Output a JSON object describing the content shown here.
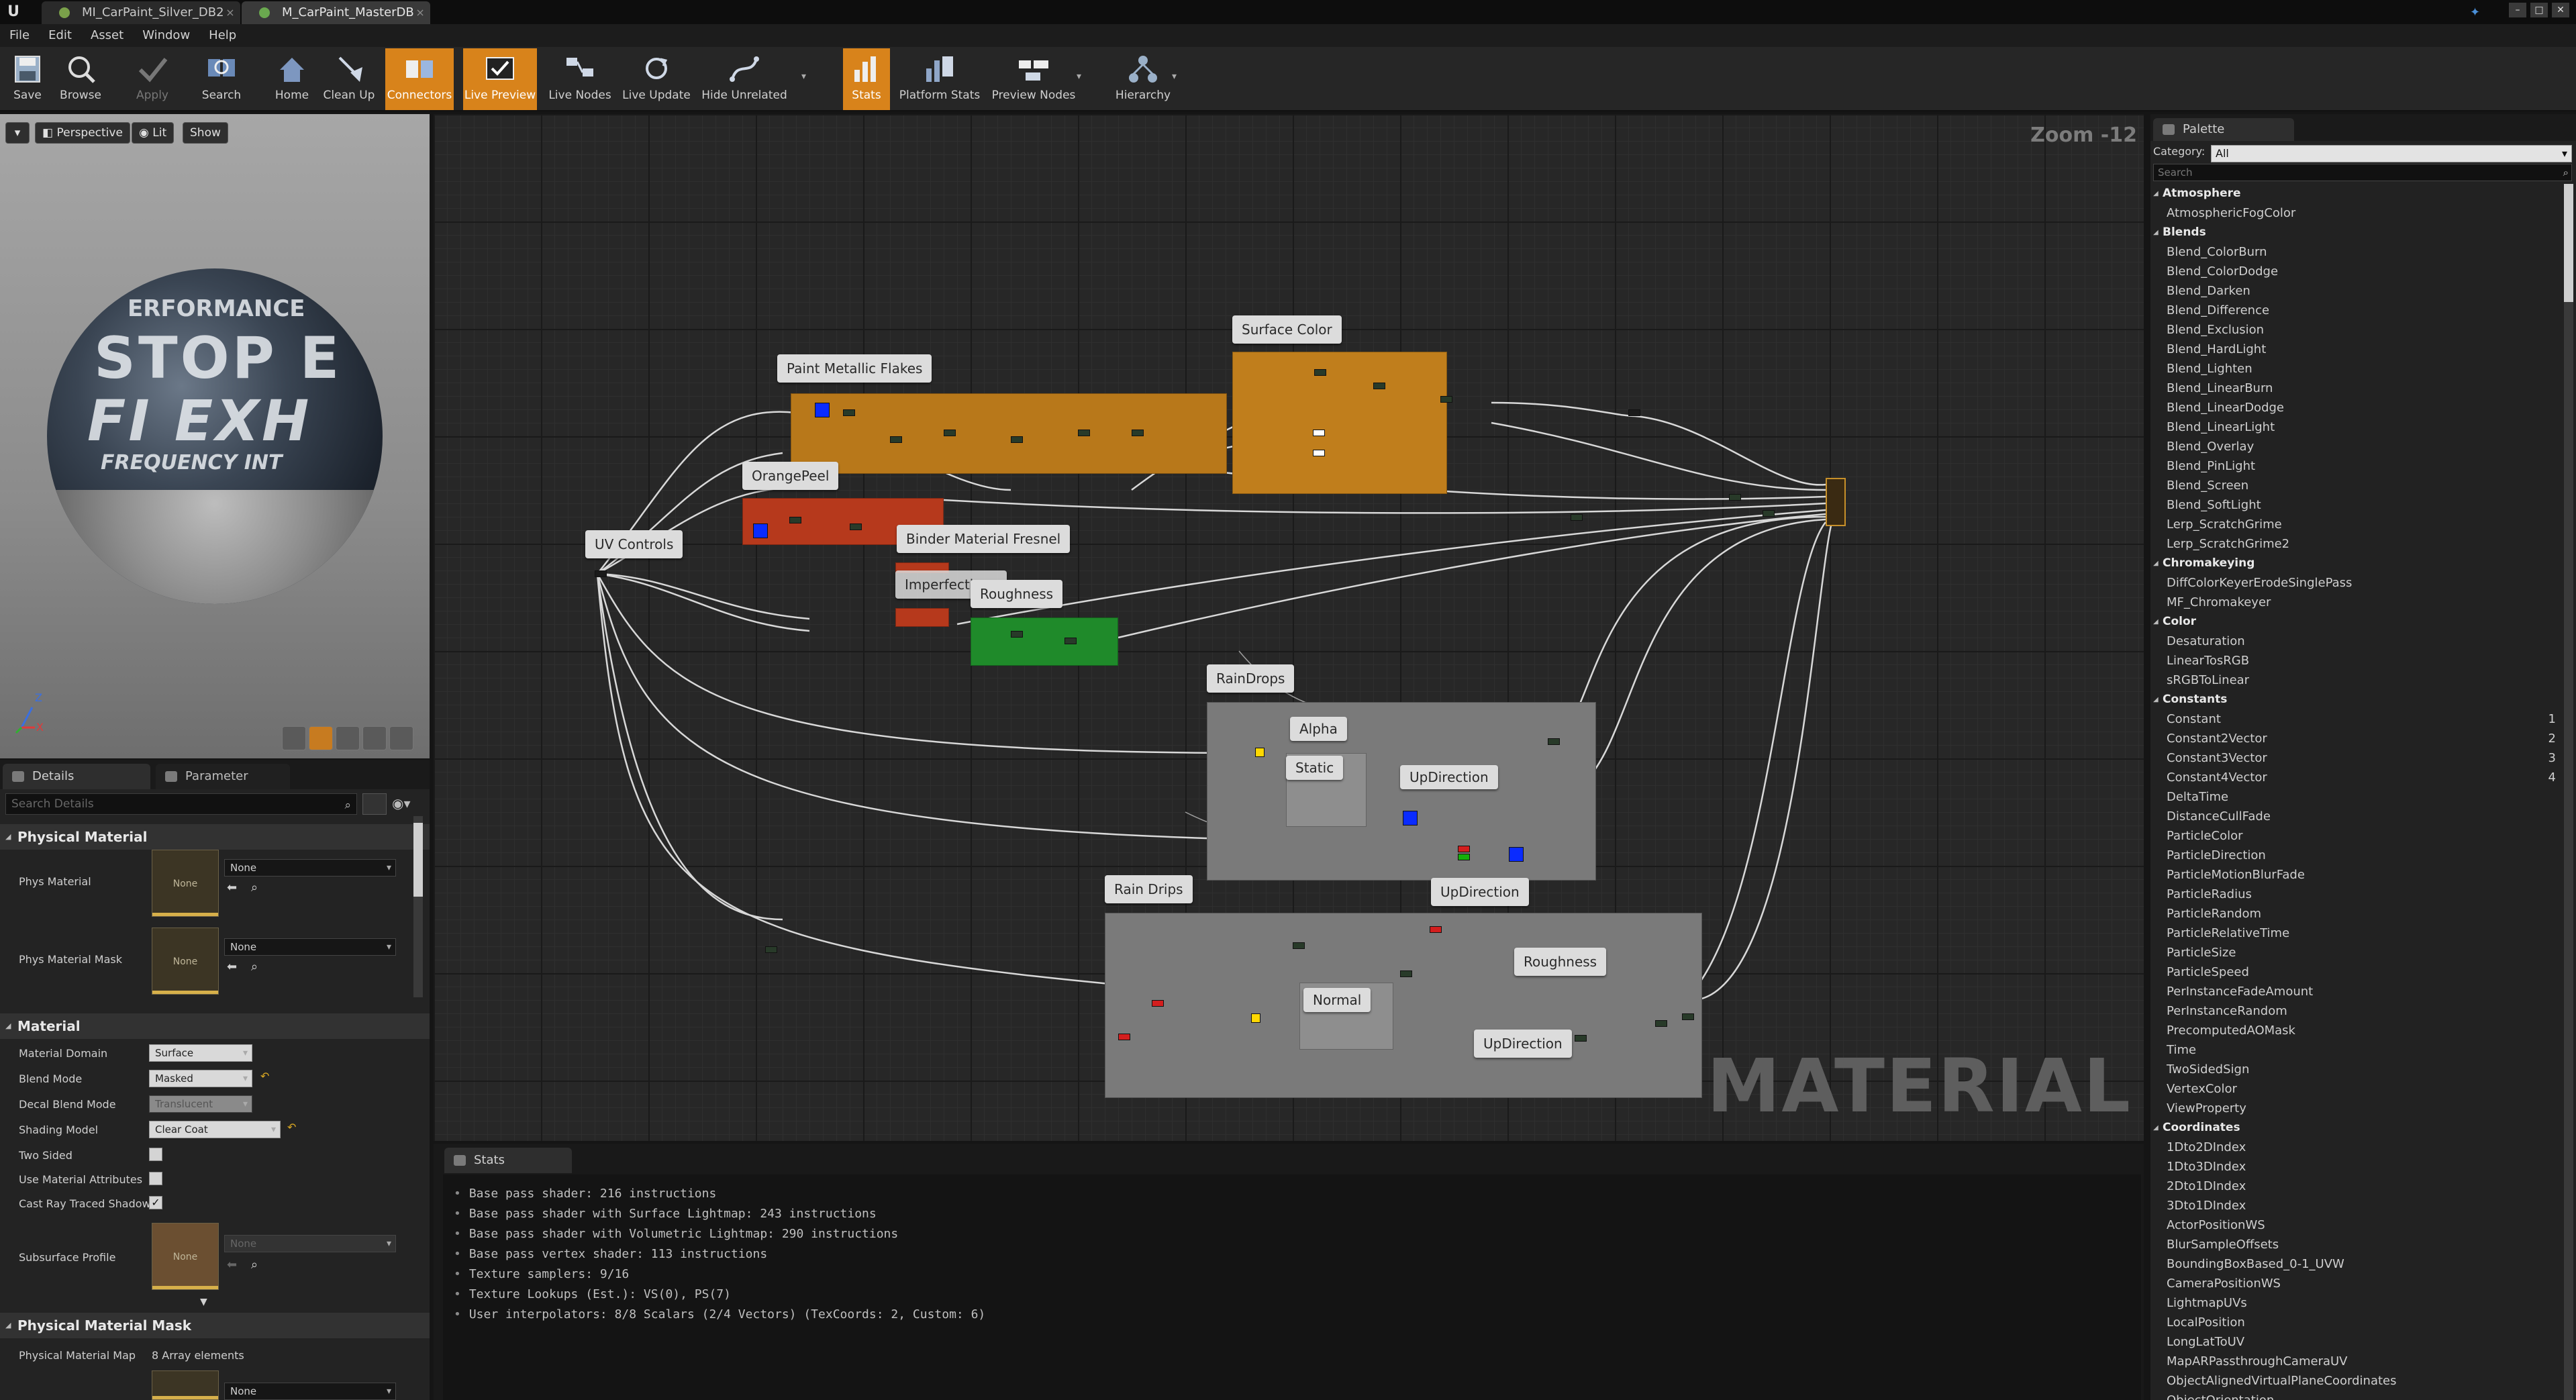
{
  "tabs": [
    {
      "label": "MI_CarPaint_Silver_DB2"
    },
    {
      "label": "M_CarPaint_MasterDB"
    }
  ],
  "menu": [
    "File",
    "Edit",
    "Asset",
    "Window",
    "Help"
  ],
  "toolbar": [
    {
      "label": "Save",
      "icon": "save-icon"
    },
    {
      "label": "Browse",
      "icon": "browse-icon"
    },
    {
      "label": "Apply",
      "icon": "apply-icon"
    },
    {
      "label": "Search",
      "icon": "search-icon"
    },
    {
      "label": "Home",
      "icon": "home-icon"
    },
    {
      "label": "Clean Up",
      "icon": "clean-up-icon"
    },
    {
      "label": "Connectors",
      "icon": "connectors-icon"
    },
    {
      "label": "Live Preview",
      "icon": "live-preview-icon"
    },
    {
      "label": "Live Nodes",
      "icon": "live-nodes-icon"
    },
    {
      "label": "Live Update",
      "icon": "live-update-icon"
    },
    {
      "label": "Hide Unrelated",
      "icon": "hide-unrelated-icon"
    },
    {
      "label": "Stats",
      "icon": "stats-icon"
    },
    {
      "label": "Platform Stats",
      "icon": "platform-stats-icon"
    },
    {
      "label": "Preview Nodes",
      "icon": "preview-nodes-icon"
    },
    {
      "label": "Hierarchy",
      "icon": "hierarchy-icon"
    }
  ],
  "viewport": {
    "perspective": "Perspective",
    "lit": "Lit",
    "show": "Show",
    "sphere_text": [
      "ERFORMANCE",
      "STOP E",
      "FI EXH",
      "FREQUENCY INT"
    ],
    "axis_z": "Z",
    "axis_x": "X"
  },
  "details": {
    "tab_details": "Details",
    "tab_params": "Parameter Defaults",
    "search_placeholder": "Search Details",
    "phys_header": "Physical Material",
    "phys_material_label": "Phys Material",
    "phys_material_mask_label": "Phys Material Mask",
    "none": "None",
    "material_header": "Material",
    "material_domain_label": "Material Domain",
    "material_domain_value": "Surface",
    "blend_mode_label": "Blend Mode",
    "blend_mode_value": "Masked",
    "decal_blend_label": "Decal Blend Mode",
    "decal_blend_value": "Translucent",
    "shading_model_label": "Shading Model",
    "shading_model_value": "Clear Coat",
    "two_sided_label": "Two Sided",
    "use_material_attr_label": "Use Material Attributes",
    "cast_ray_label": "Cast Ray Traced Shadows",
    "subsurface_label": "Subsurface Profile",
    "phys_mask_header": "Physical Material Mask",
    "phys_mask_map_label": "Physical Material Map",
    "phys_mask_map_value": "8 Array elements"
  },
  "graph": {
    "zoom": "Zoom -12",
    "watermark": "MATERIAL",
    "comments": [
      "Paint Metallic Flakes",
      "Surface Color",
      "OrangePeel",
      "UV Controls",
      "Binder Material Fresnel",
      "Imperfections",
      "Roughness",
      "RainDrops",
      "Alpha",
      "Static",
      "UpDirection",
      "Rain Drips",
      "UpDirection",
      "Roughness",
      "Normal",
      "UpDirection"
    ]
  },
  "stats": {
    "tab": "Stats",
    "lines": [
      "Base pass shader: 216 instructions",
      "Base pass shader with Surface Lightmap: 243 instructions",
      "Base pass shader with Volumetric Lightmap: 290 instructions",
      "Base pass vertex shader: 113 instructions",
      "Texture samplers: 9/16",
      "Texture Lookups (Est.): VS(0), PS(7)",
      "User interpolators: 8/8 Scalars (2/4 Vectors) (TexCoords: 2, Custom: 6)"
    ]
  },
  "palette": {
    "tab": "Palette",
    "category_label": "Category:",
    "category_value": "All",
    "search_placeholder": "Search",
    "items": [
      {
        "t": "cat",
        "label": "Atmosphere"
      },
      {
        "label": "AtmosphericFogColor"
      },
      {
        "t": "cat",
        "label": "Blends"
      },
      {
        "label": "Blend_ColorBurn"
      },
      {
        "label": "Blend_ColorDodge"
      },
      {
        "label": "Blend_Darken"
      },
      {
        "label": "Blend_Difference"
      },
      {
        "label": "Blend_Exclusion"
      },
      {
        "label": "Blend_HardLight"
      },
      {
        "label": "Blend_Lighten"
      },
      {
        "label": "Blend_LinearBurn"
      },
      {
        "label": "Blend_LinearDodge"
      },
      {
        "label": "Blend_LinearLight"
      },
      {
        "label": "Blend_Overlay"
      },
      {
        "label": "Blend_PinLight"
      },
      {
        "label": "Blend_Screen"
      },
      {
        "label": "Blend_SoftLight"
      },
      {
        "label": "Lerp_ScratchGrime"
      },
      {
        "label": "Lerp_ScratchGrime2"
      },
      {
        "t": "cat",
        "label": "Chromakeying"
      },
      {
        "label": "DiffColorKeyerErodeSinglePass"
      },
      {
        "label": "MF_Chromakeyer"
      },
      {
        "t": "cat",
        "label": "Color"
      },
      {
        "label": "Desaturation"
      },
      {
        "label": "LinearTosRGB"
      },
      {
        "label": "sRGBToLinear"
      },
      {
        "t": "cat",
        "label": "Constants"
      },
      {
        "label": "Constant",
        "hk": "1"
      },
      {
        "label": "Constant2Vector",
        "hk": "2"
      },
      {
        "label": "Constant3Vector",
        "hk": "3"
      },
      {
        "label": "Constant4Vector",
        "hk": "4"
      },
      {
        "label": "DeltaTime"
      },
      {
        "label": "DistanceCullFade"
      },
      {
        "label": "ParticleColor"
      },
      {
        "label": "ParticleDirection"
      },
      {
        "label": "ParticleMotionBlurFade"
      },
      {
        "label": "ParticleRadius"
      },
      {
        "label": "ParticleRandom"
      },
      {
        "label": "ParticleRelativeTime"
      },
      {
        "label": "ParticleSize"
      },
      {
        "label": "ParticleSpeed"
      },
      {
        "label": "PerInstanceFadeAmount"
      },
      {
        "label": "PerInstanceRandom"
      },
      {
        "label": "PrecomputedAOMask"
      },
      {
        "label": "Time"
      },
      {
        "label": "TwoSidedSign"
      },
      {
        "label": "VertexColor"
      },
      {
        "label": "ViewProperty"
      },
      {
        "t": "cat",
        "label": "Coordinates"
      },
      {
        "label": "1Dto2DIndex"
      },
      {
        "label": "1Dto3DIndex"
      },
      {
        "label": "2Dto1DIndex"
      },
      {
        "label": "3Dto1DIndex"
      },
      {
        "label": "ActorPositionWS"
      },
      {
        "label": "BlurSampleOffsets"
      },
      {
        "label": "BoundingBoxBased_0-1_UVW"
      },
      {
        "label": "CameraPositionWS"
      },
      {
        "label": "LightmapUVs"
      },
      {
        "label": "LocalPosition"
      },
      {
        "label": "LongLatToUV"
      },
      {
        "label": "MapARPassthroughCameraUV"
      },
      {
        "label": "ObjectAlignedVirtualPlaneCoordinates"
      },
      {
        "label": "ObjectOrientation"
      }
    ]
  },
  "colors": {
    "accent": "#d8831b",
    "comment_orange": "#c07e1c",
    "comment_red": "#b6391c",
    "comment_green": "#1f8a2a",
    "comment_gray": "#7a7a7a"
  }
}
